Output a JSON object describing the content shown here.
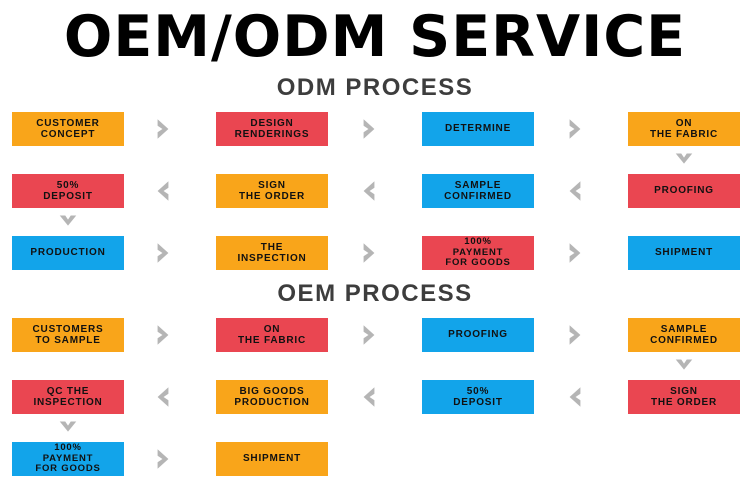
{
  "page": {
    "title": "OEM/ODM SERVICE",
    "background": "#ffffff"
  },
  "colors": {
    "orange": "#f9a51a",
    "red": "#ea4651",
    "blue": "#12a4ea",
    "arrow_gray": "#b5b5b5",
    "title_black": "#000000",
    "section_gray": "#3d3d3d"
  },
  "sections": [
    {
      "id": "odm",
      "heading": "ODM PROCESS",
      "rows": [
        {
          "direction": "right",
          "steps": [
            {
              "label": "CUSTOMER\nCONCEPT",
              "line1": "CUSTOMER",
              "line2": "CONCEPT",
              "color": "orange"
            },
            {
              "label": "DESIGN\nRENDERINGS",
              "line1": "DESIGN",
              "line2": "RENDERINGS",
              "color": "red"
            },
            {
              "label": "DETERMINE",
              "line1": "DETERMINE",
              "line2": "",
              "color": "blue"
            },
            {
              "label": "ON\nTHE FABRIC",
              "line1": "ON",
              "line2": "THE FABRIC",
              "color": "orange"
            }
          ]
        },
        {
          "direction": "left",
          "steps": [
            {
              "label": "50%\nDEPOSIT",
              "line1": "50%",
              "line2": "DEPOSIT",
              "color": "red"
            },
            {
              "label": "SIGN\nTHE ORDER",
              "line1": "SIGN",
              "line2": "THE ORDER",
              "color": "orange"
            },
            {
              "label": "SAMPLE\nCONFIRMED",
              "line1": "SAMPLE",
              "line2": "CONFIRMED",
              "color": "blue"
            },
            {
              "label": "PROOFING",
              "line1": "PROOFING",
              "line2": "",
              "color": "red"
            }
          ]
        },
        {
          "direction": "right",
          "steps": [
            {
              "label": "PRODUCTION",
              "line1": "PRODUCTION",
              "line2": "",
              "color": "blue"
            },
            {
              "label": "THE\nINSPECTION",
              "line1": "THE",
              "line2": "INSPECTION",
              "color": "orange"
            },
            {
              "label": "100%\nPAYMENT\nFOR GOODS",
              "line1": "100%",
              "line2": "PAYMENT",
              "line3": "FOR GOODS",
              "color": "red"
            },
            {
              "label": "SHIPMENT",
              "line1": "SHIPMENT",
              "line2": "",
              "color": "blue"
            }
          ]
        }
      ]
    },
    {
      "id": "oem",
      "heading": "OEM PROCESS",
      "rows": [
        {
          "direction": "right",
          "steps": [
            {
              "label": "CUSTOMERS\nTO SAMPLE",
              "line1": "CUSTOMERS",
              "line2": "TO SAMPLE",
              "color": "orange"
            },
            {
              "label": "ON\nTHE FABRIC",
              "line1": "ON",
              "line2": "THE FABRIC",
              "color": "red"
            },
            {
              "label": "PROOFING",
              "line1": "PROOFING",
              "line2": "",
              "color": "blue"
            },
            {
              "label": "SAMPLE\nCONFIRMED",
              "line1": "SAMPLE",
              "line2": "CONFIRMED",
              "color": "orange"
            }
          ]
        },
        {
          "direction": "left",
          "steps": [
            {
              "label": "QC THE\nINSPECTION",
              "line1": "QC THE",
              "line2": "INSPECTION",
              "color": "red"
            },
            {
              "label": "BIG GOODS\nPRODUCTION",
              "line1": "BIG GOODS",
              "line2": "PRODUCTION",
              "color": "orange"
            },
            {
              "label": "50%\nDEPOSIT",
              "line1": "50%",
              "line2": "DEPOSIT",
              "color": "blue"
            },
            {
              "label": "SIGN\nTHE ORDER",
              "line1": "SIGN",
              "line2": "THE ORDER",
              "color": "red"
            }
          ]
        },
        {
          "direction": "right",
          "steps": [
            {
              "label": "100%\nPAYMENT\nFOR GOODS",
              "line1": "100%",
              "line2": "PAYMENT",
              "line3": "FOR GOODS",
              "color": "blue"
            },
            {
              "label": "SHIPMENT",
              "line1": "SHIPMENT",
              "line2": "",
              "color": "orange"
            }
          ]
        }
      ]
    }
  ],
  "icons": {
    "chevron_right": "chevron-right-icon",
    "chevron_left": "chevron-left-icon",
    "chevron_down": "chevron-down-icon"
  }
}
